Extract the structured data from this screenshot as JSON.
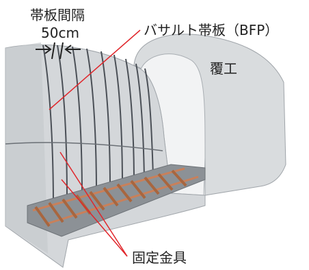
{
  "labels": {
    "band_spacing_title": "帯板間隔",
    "band_spacing_value": "50cm",
    "basalt_band": "バサルト帯板（BFP）",
    "lining": "覆工",
    "fixing_hardware": "固定金具"
  },
  "colors": {
    "concrete": "#d9dcde",
    "concrete_shadow": "#b9bdc1",
    "band_line": "#4a4f56",
    "leader_line": "#e0262b",
    "rail_wood": "#c9805a",
    "track_base": "#8c9196"
  }
}
